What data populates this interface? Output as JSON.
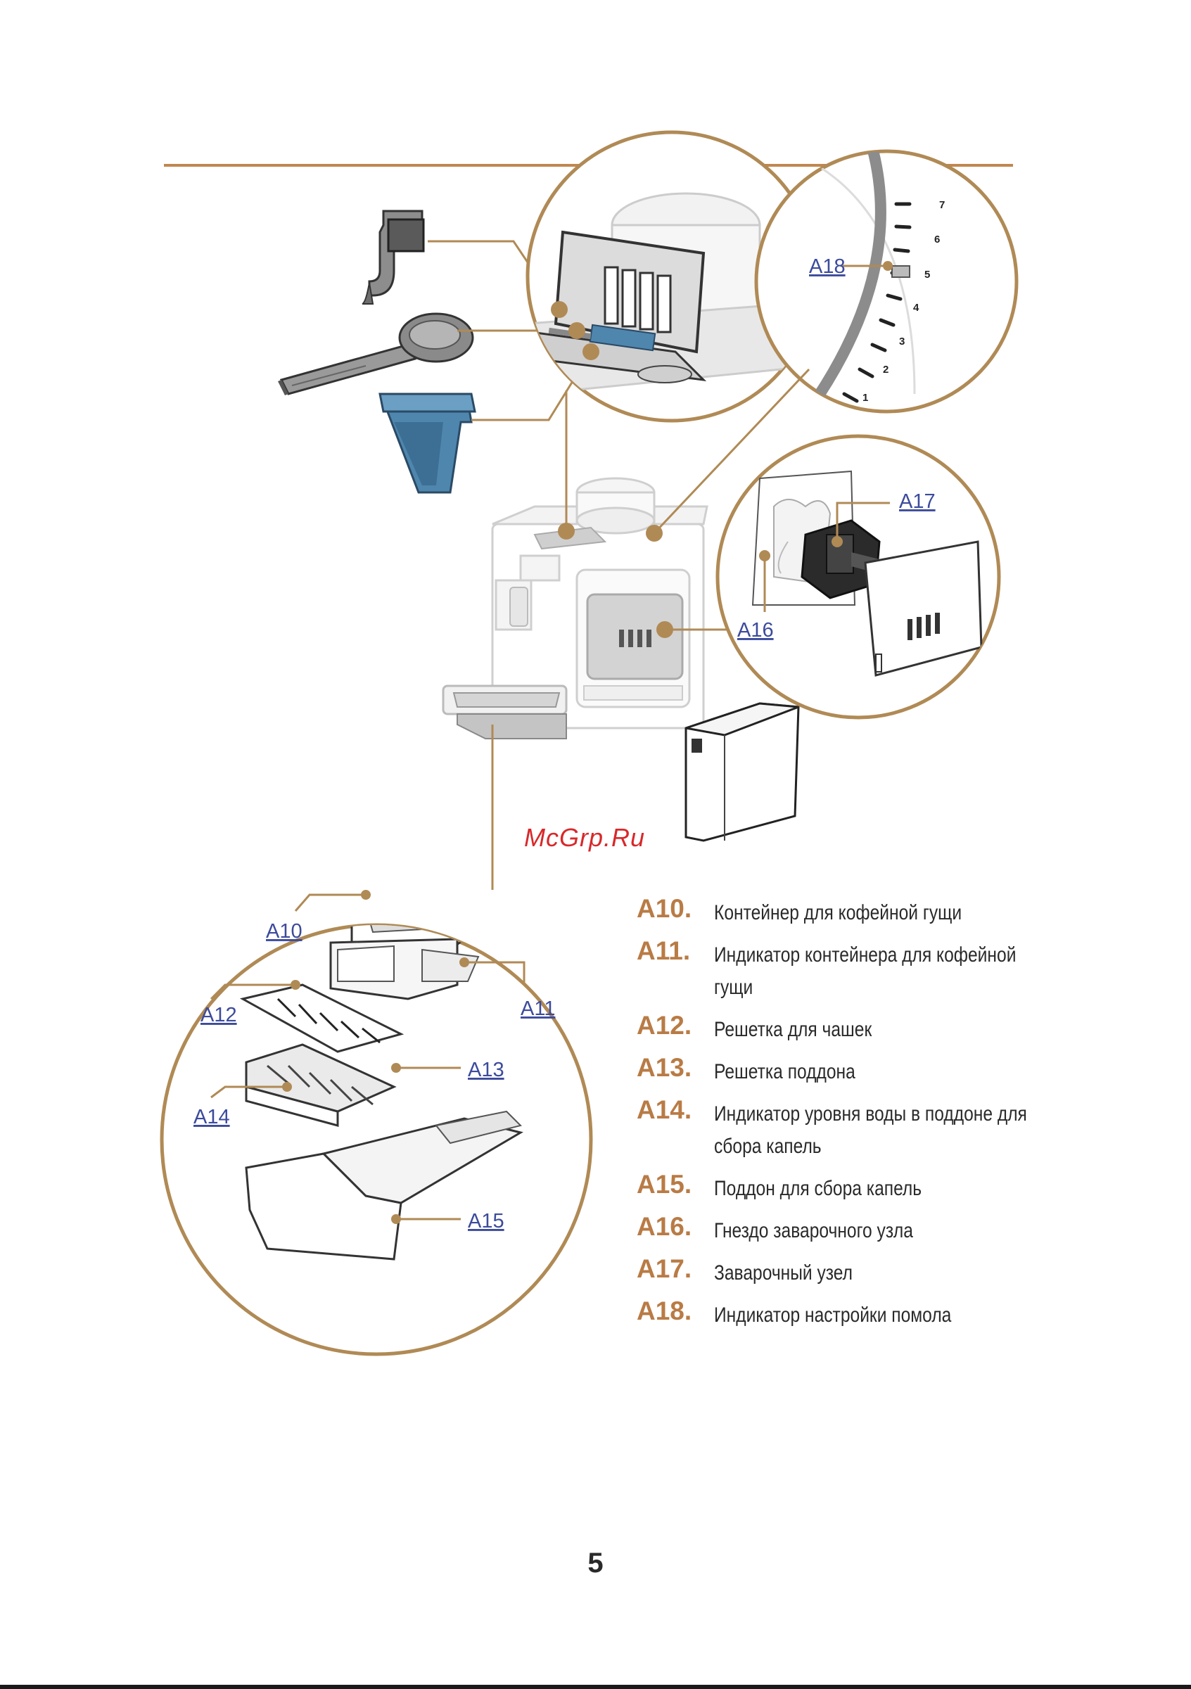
{
  "callouts": {
    "a10": "A10",
    "a11": "A11",
    "a12": "A12",
    "a13": "A13",
    "a14": "A14",
    "a15": "A15",
    "a16": "A16",
    "a17": "A17",
    "a18": "A18"
  },
  "grind_scale": [
    "1",
    "2",
    "3",
    "4",
    "5",
    "6",
    "7"
  ],
  "watermark": "McGrp.Ru",
  "legend": [
    {
      "code": "A10.",
      "text": "Контейнер для кофейной гущи"
    },
    {
      "code": "A11.",
      "text": "Индикатор контейнера для кофейной гущи"
    },
    {
      "code": "A12.",
      "text": "Решетка для чашек"
    },
    {
      "code": "A13.",
      "text": "Решетка поддона"
    },
    {
      "code": "A14.",
      "text": "Индикатор уровня воды в поддоне для сбора капель"
    },
    {
      "code": "A15.",
      "text": "Поддон для сбора капель"
    },
    {
      "code": "A16.",
      "text": "Гнездо заварочного узла"
    },
    {
      "code": "A17.",
      "text": "Заварочный узел"
    },
    {
      "code": "A18.",
      "text": "Индикатор настройки помола"
    }
  ],
  "page_number": "5",
  "colors": {
    "accent": "#c1874f",
    "callout": "#3c4b9c",
    "part_blue": "#4f86ad",
    "leader": "#b08a55"
  }
}
